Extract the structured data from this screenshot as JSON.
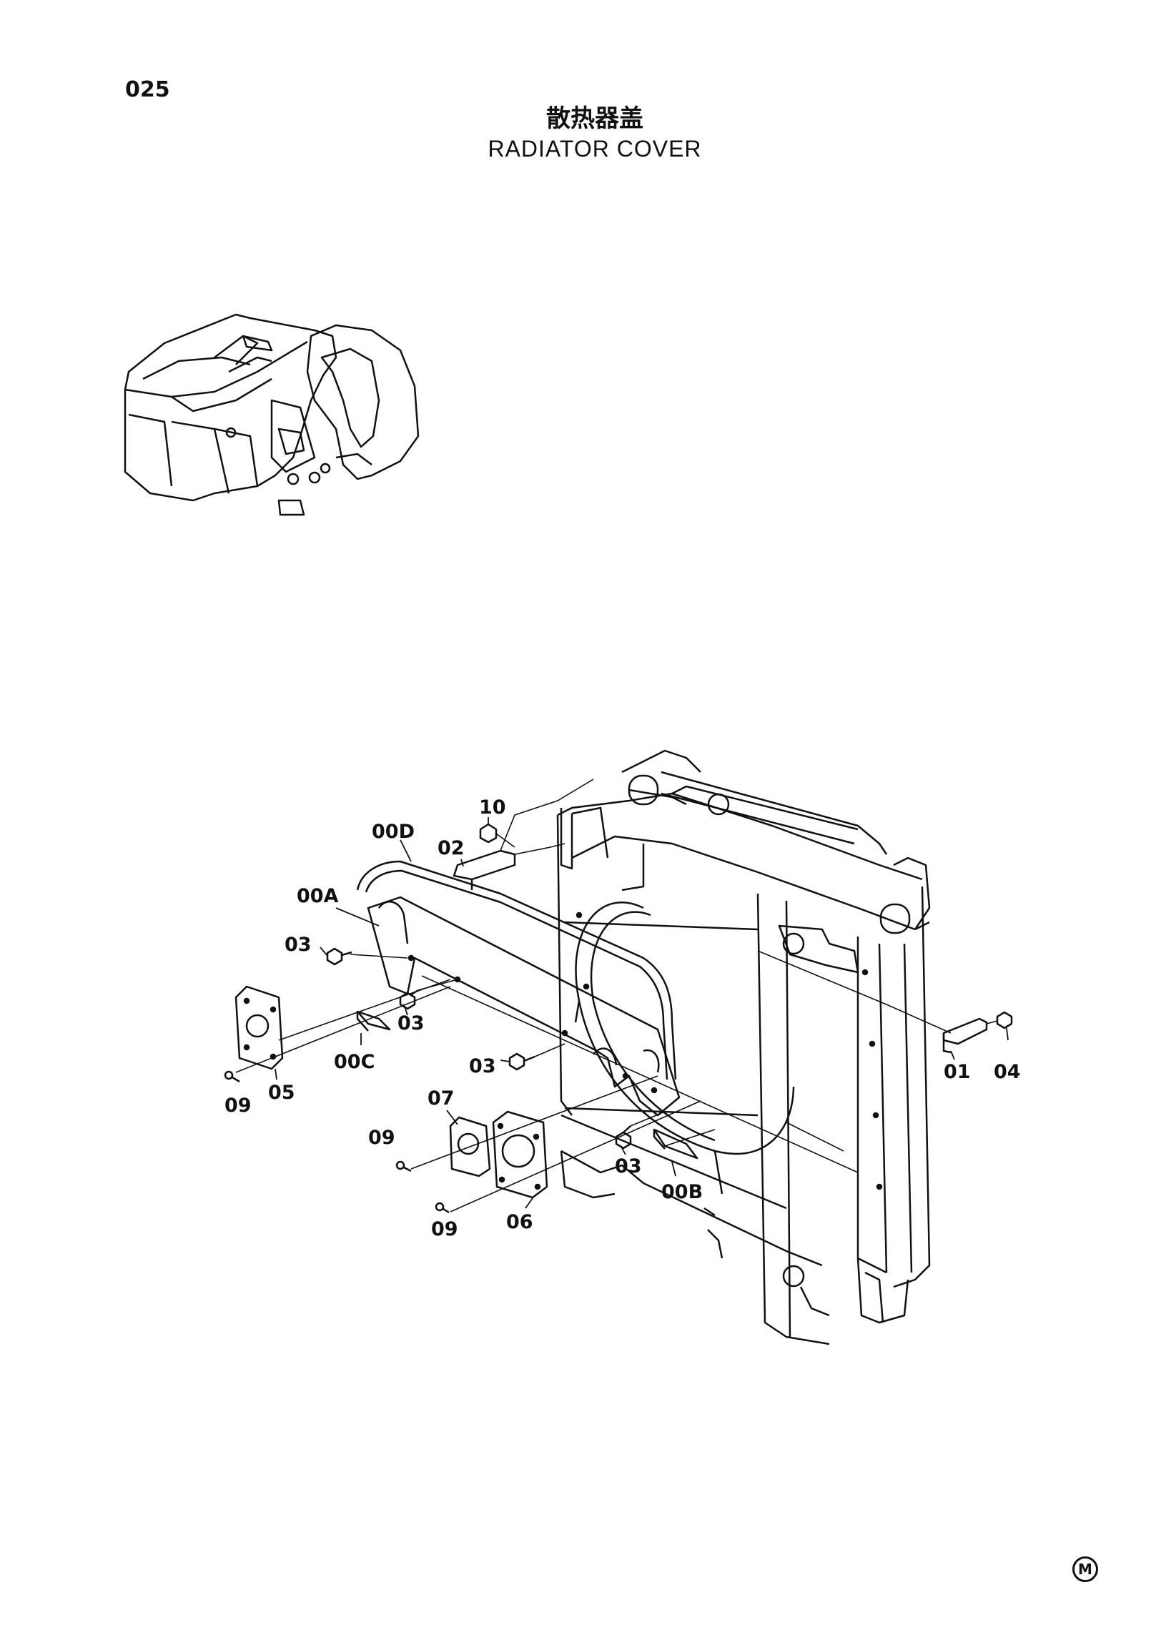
{
  "header": {
    "page_number": "025",
    "title_cn": "散热器盖",
    "title_en": "RADIATOR COVER"
  },
  "callouts": {
    "c00D": "00D",
    "c10": "10",
    "c02": "02",
    "c00A": "00A",
    "c03a": "03",
    "c03b": "03",
    "c03c": "03",
    "c03d": "03",
    "c00C": "00C",
    "c05": "05",
    "c09a": "09",
    "c07": "07",
    "c09b": "09",
    "c09c": "09",
    "c06": "06",
    "c00B": "00B",
    "c01": "01",
    "c04": "04"
  },
  "footer": {
    "mark": "M"
  }
}
